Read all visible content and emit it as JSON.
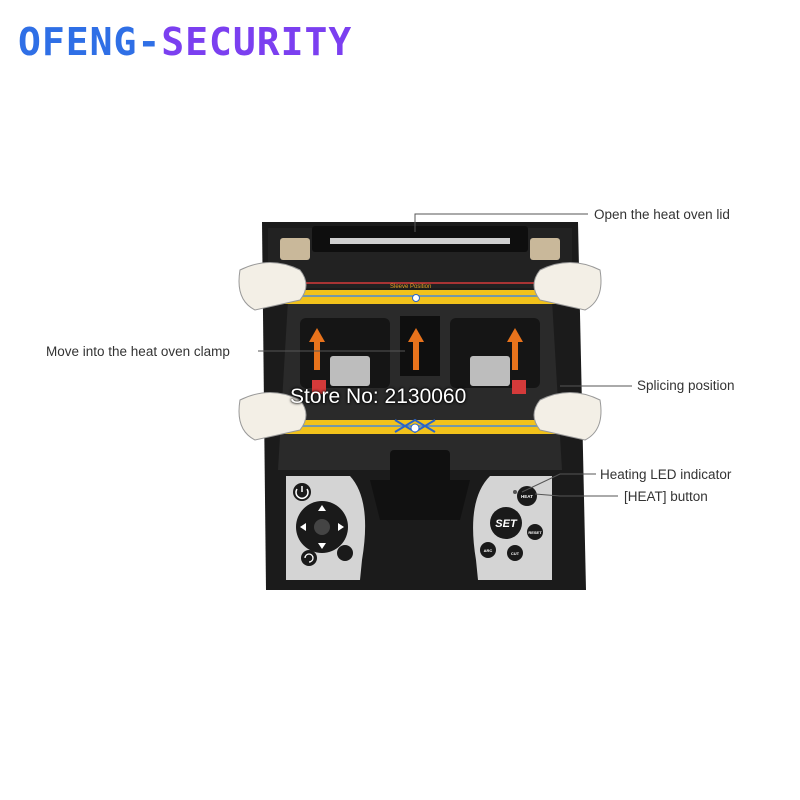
{
  "brand": {
    "part1": "OFENG-",
    "part2": "SECURITY",
    "color1": "#2f6fe6",
    "color2": "#7b3ff0"
  },
  "callouts": {
    "heat_oven_lid": "Open the heat oven lid",
    "heat_oven_clamp": "Move into the heat oven clamp",
    "splicing_position": "Splicing position",
    "heating_led": "Heating LED indicator",
    "heat_button": "[HEAT] button"
  },
  "device": {
    "strip_label": "Sleeve Position",
    "set_button": "SET",
    "heat_button": "HEAT",
    "reset_button": "RESET",
    "arc_button": "ARC",
    "cut_button": "CUT"
  },
  "watermark": "Store No: 2130060",
  "colors": {
    "device_body": "#1a1a1a",
    "sleeve_yellow": "#f2c21b",
    "arrow_orange": "#e8731c",
    "panel_silver": "#d4d4d4"
  },
  "icons": [
    "power-icon",
    "dpad-icon",
    "back-icon",
    "arrow-up-icon"
  ]
}
